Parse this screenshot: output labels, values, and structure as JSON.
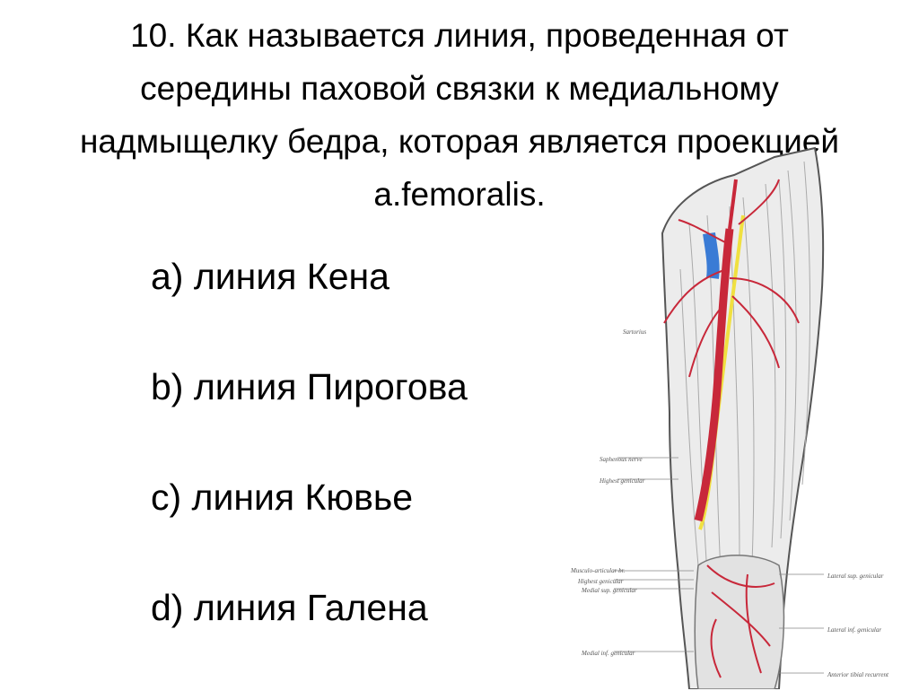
{
  "slide": {
    "question": "10. Как называется линия, проведенная от\nсередины паховой связки к медиальному\nнадмыщелку бедра, которая является проекцией\na.femoralis.",
    "answers": [
      "a) линия Кена",
      "b) линия Пирогова",
      "c) линия Кювье",
      "d) линия Галена"
    ]
  },
  "figure": {
    "icon": "thigh-anatomy-illustration",
    "colors": {
      "artery": "#c8283a",
      "vein": "#3a7bd5",
      "nerve": "#f0e040",
      "muscle": "#e8e8e8",
      "outline": "#555555"
    }
  }
}
